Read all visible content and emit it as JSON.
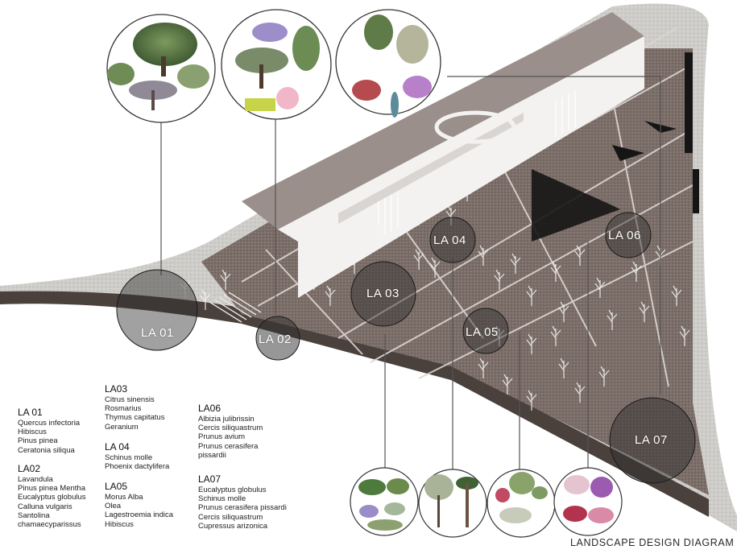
{
  "diagram_title": "LANDSCAPE DESIGN DIAGRAM",
  "area_labels": [
    "LA 01",
    "LA 02",
    "LA 03",
    "LA 04",
    "LA 05",
    "LA 06",
    "LA 07"
  ],
  "legend": [
    {
      "code": "LA 01",
      "plants": [
        "Quercus infectoria",
        "Hibiscus",
        "Pinus pinea",
        "Ceratonia siliqua"
      ]
    },
    {
      "code": "LA02",
      "plants": [
        "Lavandula",
        "Pinus pinea Mentha",
        "Eucalyptus globulus",
        "Calluna vulgaris",
        "Santolina",
        "chamaecyparissus"
      ]
    },
    {
      "code": "LA03",
      "plants": [
        "Citrus sinensis",
        "Rosmarius",
        "Thymus capitatus",
        "Geranium"
      ]
    },
    {
      "code": "LA 04",
      "plants": [
        "Schinus molle",
        "Phoenix dactylifera"
      ]
    },
    {
      "code": "LA05",
      "plants": [
        "Morus Alba",
        "Olea",
        "Lagestroemia indica",
        "Hibiscus"
      ]
    },
    {
      "code": "LA06",
      "plants": [
        "Albizia julibrissin",
        "Cercis siliquastrum",
        "Prunus avium",
        "Prunus cerasifera",
        " pissardii"
      ]
    },
    {
      "code": "LA07",
      "plants": [
        "Eucalyptus globulus",
        "Schinus molle",
        "Prunus cerasifera pissardi",
        "Cercis siliquastrum",
        "Cupressus arizonica"
      ]
    }
  ],
  "colors": {
    "ground": "#6f625d",
    "ground_dark": "#4a403c",
    "terrain_light": "#d2d0cc",
    "building": "#ececea",
    "roof": "#9a8f8a",
    "leader_line": "#555555",
    "circle_fill": "#3a3a3a"
  },
  "icons": {
    "tree_cluster": "tree-cluster-icon",
    "bare_tree": "bare-tree-icon"
  }
}
